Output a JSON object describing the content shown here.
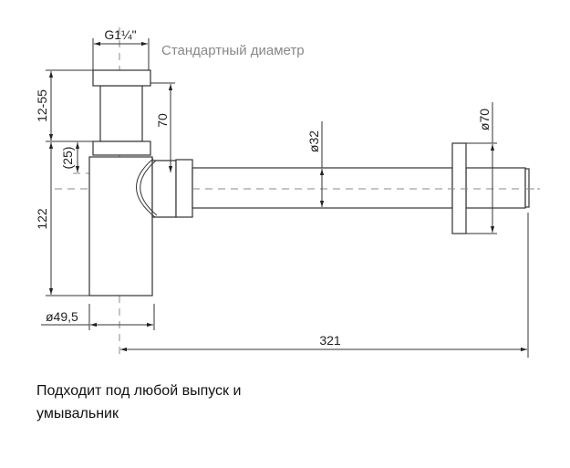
{
  "drawing": {
    "thread_label": "G1¼\"",
    "thread_note": "Стандартный диаметр",
    "dim_height_adjust": "12-55",
    "dim_body_height": "122",
    "dim_offset": "(25)",
    "dim_outlet_drop": "70",
    "dim_body_diameter": "ø49,5",
    "dim_pipe_diameter": "ø32",
    "dim_flange_diameter": "ø70",
    "dim_total_length": "321"
  },
  "caption": {
    "line1": "Подходит под любой выпуск и",
    "line2": "умывальник"
  }
}
